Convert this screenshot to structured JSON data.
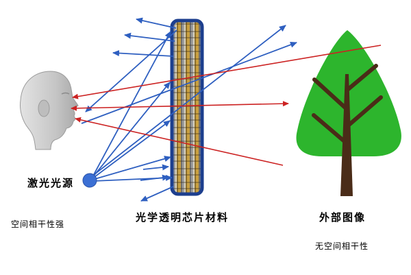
{
  "labels": {
    "laser_source": "激光光源",
    "spatial_coherence_strong": "空间相干性强",
    "chip_material": "光学透明芯片材料",
    "external_image": "外部图像",
    "no_spatial_coherence": "无空间相干性"
  },
  "colors": {
    "background": "#ffffff",
    "arrow_blue": "#2e5fc0",
    "arrow_red": "#cc2222",
    "chip_border": "#1d3f8e",
    "laser_dot": "#3b6fd4",
    "tree_green": "#2db52d",
    "trunk_brown": "#4a2c18",
    "head_gray": "#c6c6c6"
  },
  "diagram": {
    "type": "optical-coherence-diagram",
    "elements": [
      "human-head",
      "laser-source-dot",
      "transparent-chip-strip",
      "tree-external-image"
    ]
  }
}
